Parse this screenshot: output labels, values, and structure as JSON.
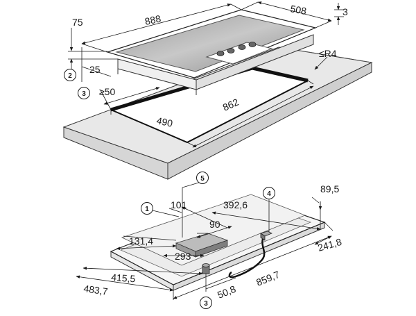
{
  "top_view": {
    "dims": {
      "width_888": "888",
      "depth_508": "508",
      "thickness_3": "3",
      "height_75": "75",
      "offset_25": "25",
      "min_clearance_50": "≥50",
      "cutout_depth_490": "490",
      "cutout_width_862": "862",
      "corner_radius": "≤R4"
    },
    "callouts": {
      "c2": "2",
      "c3": "3"
    }
  },
  "bottom_view": {
    "dims": {
      "d101": "101",
      "d392_6": "392,6",
      "d89_5": "89,5",
      "d90": "90",
      "d131_4": "131,4",
      "d293": "293",
      "d241_8": "241,8",
      "d415_5": "415,5",
      "d483_7": "483,7",
      "d859_7": "859,7",
      "d50_8": "50,8"
    },
    "callouts": {
      "c1": "1",
      "c3": "3",
      "c4": "4",
      "c5": "5"
    }
  }
}
